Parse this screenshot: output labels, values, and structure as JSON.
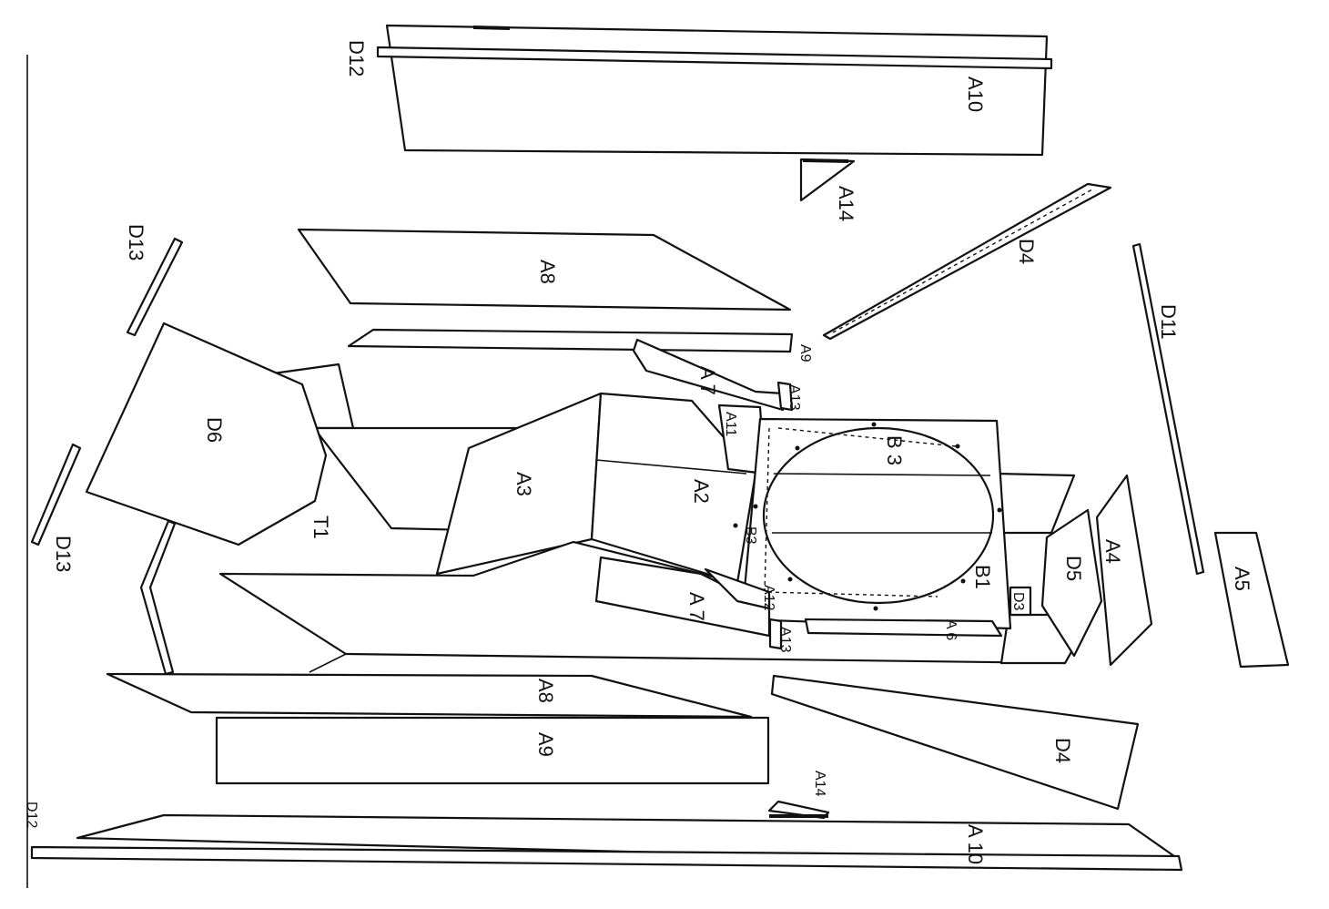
{
  "labels": {
    "d12_top": "D12",
    "d12_bottom": "D12",
    "a10_top": "A10",
    "a10_bottom": "A 10",
    "a14_top": "A14",
    "a14_bottom": "A14",
    "d13_top": "D13",
    "d13_bottom": "D13",
    "a8_top": "A8",
    "a8_bottom": "A8",
    "a9_top": "A9",
    "a9_bottom": "A9",
    "d4_rail": "D4",
    "d4_panel": "D4",
    "d11": "D11",
    "a5": "A5",
    "a4": "A4",
    "d5": "D5",
    "d6": "D6",
    "t1": "T1",
    "a3": "A3",
    "a2": "A2",
    "a7_top": "A 7",
    "a7_bottom": "A 7",
    "a11": "A11",
    "a13_top": "A13",
    "a13_bottom": "A13",
    "a12": "A12",
    "b3": "B 3",
    "b1": "B1",
    "b2": "B3",
    "d3": "D3",
    "a6": "A 6"
  }
}
